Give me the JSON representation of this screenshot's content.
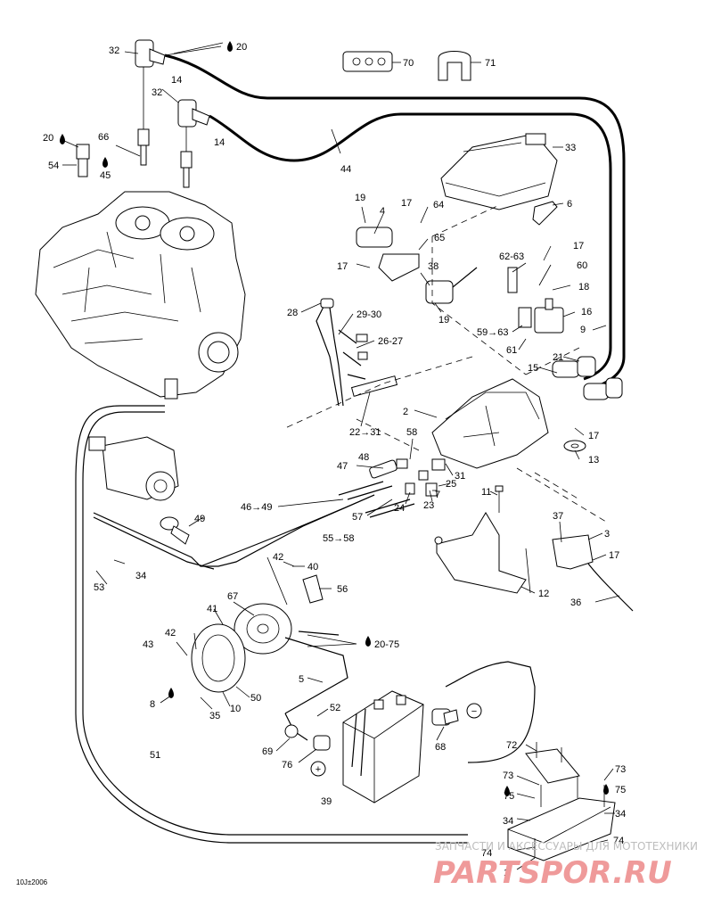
{
  "diagram": {
    "figure_code": "10J±2006",
    "watermark": {
      "tagline": "ЗАПЧАСТИ И АКСЕССУАРЫ ДЛЯ МОТОТЕХНИКИ",
      "brand": "PARTSPOR.RU"
    },
    "signs": {
      "plus": "+",
      "minus": "−"
    },
    "callouts": [
      "32",
      "20",
      "14",
      "32",
      "14",
      "20",
      "66",
      "54",
      "45",
      "70",
      "71",
      "44",
      "33",
      "6",
      "19",
      "4",
      "17",
      "64",
      "65",
      "17",
      "38",
      "19",
      "62-63",
      "17",
      "60",
      "18",
      "16",
      "59→63",
      "61",
      "9",
      "28",
      "29-30",
      "26-27",
      "22→31",
      "2",
      "15",
      "21",
      "17",
      "13",
      "58",
      "48",
      "47",
      "31",
      "25",
      "7",
      "46→49",
      "57",
      "24",
      "23",
      "55→58",
      "11",
      "12",
      "49",
      "37",
      "3",
      "17",
      "42",
      "40",
      "67",
      "56",
      "36",
      "53",
      "34",
      "41",
      "20-75",
      "43",
      "42",
      "5",
      "8",
      "35",
      "10",
      "50",
      "52",
      "68",
      "69",
      "76",
      "39",
      "72",
      "73",
      "75",
      "73",
      "75",
      "34",
      "34",
      "74",
      "74",
      "1",
      "51"
    ]
  }
}
